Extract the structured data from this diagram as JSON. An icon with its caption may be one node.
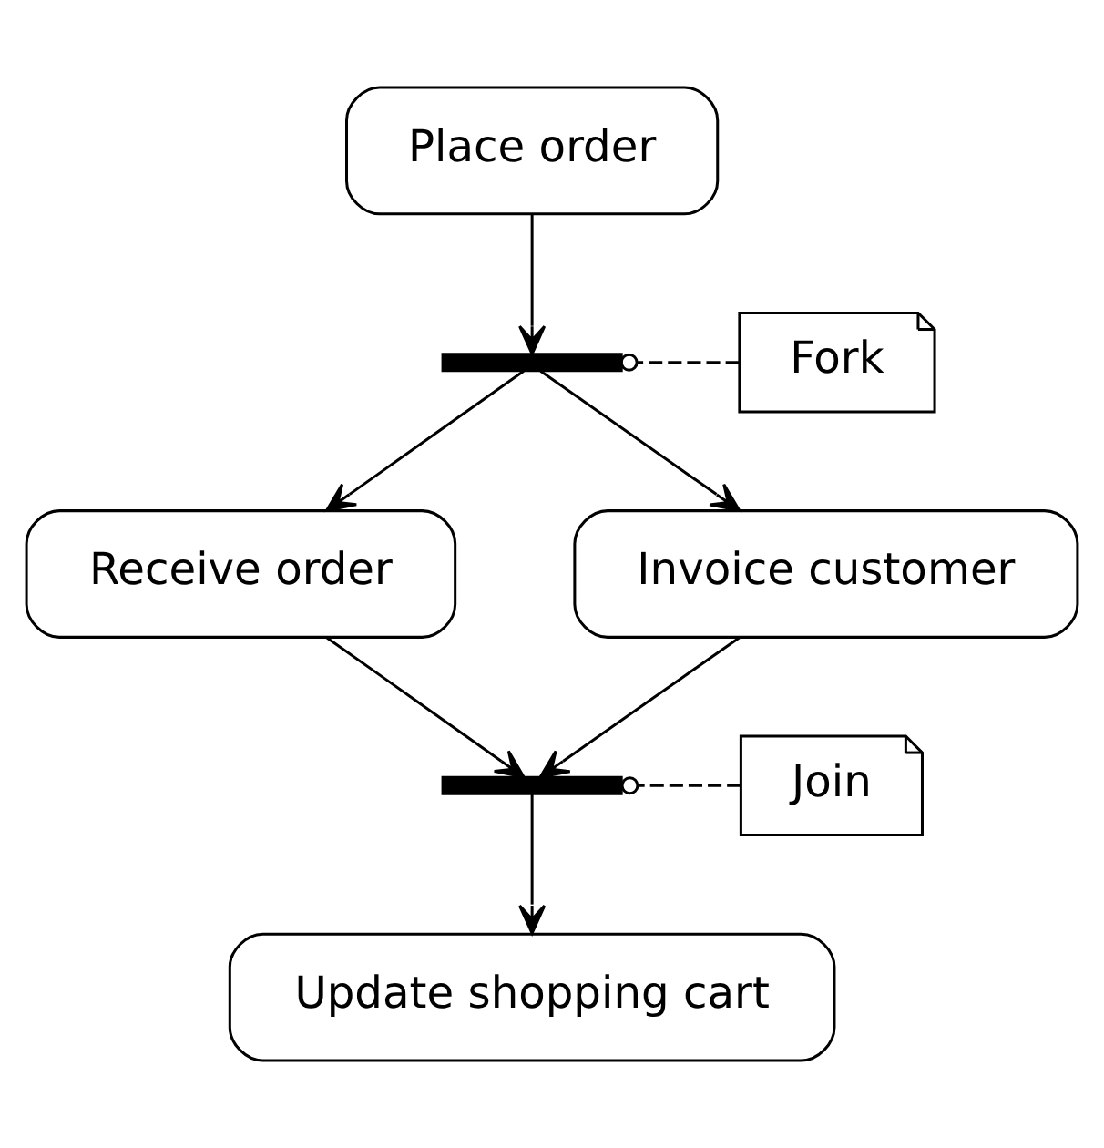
{
  "diagram": {
    "nodes": [
      {
        "text": [
          "Place order"
        ]
      },
      {
        "text": [],
        "shape": "bar"
      },
      {
        "text": [
          "Fork"
        ]
      },
      {
        "text": [
          "Receive order"
        ]
      },
      {
        "text": [
          "Invoice customer"
        ]
      },
      {
        "text": [],
        "shape": "bar"
      },
      {
        "text": [
          "Join"
        ]
      },
      {
        "text": [
          "Update shopping cart"
        ]
      }
    ],
    "edges": [
      {
        "from": 0,
        "to": 1,
        "arrow": "to"
      },
      {
        "from": 2,
        "to": 1,
        "arrow": "other",
        "style": "dashed"
      },
      {
        "from": 1,
        "to": 3,
        "arrow": "to"
      },
      {
        "from": 1,
        "to": 4,
        "arrow": "to"
      },
      {
        "from": 3,
        "to": 5,
        "arrow": "to"
      },
      {
        "from": 4,
        "to": 5,
        "arrow": "to"
      },
      {
        "from": 5,
        "to": 7,
        "arrow": "to"
      },
      {
        "from": 6,
        "to": 5,
        "arrow": "other",
        "style": "dashed"
      }
    ]
  }
}
